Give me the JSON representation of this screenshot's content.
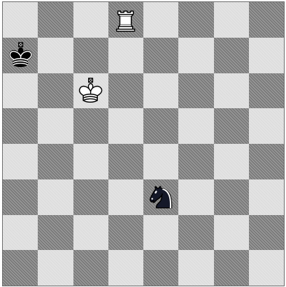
{
  "board": {
    "orientation": "white-bottom",
    "files": [
      "a",
      "b",
      "c",
      "d",
      "e",
      "f",
      "g",
      "h"
    ],
    "ranks": [
      8,
      7,
      6,
      5,
      4,
      3,
      2,
      1
    ],
    "light_square_color": "#e3e3e3",
    "dark_square_color": "#8f8f8f",
    "pieces": [
      {
        "square": "d8",
        "type": "rook",
        "color": "white",
        "icon": "white-rook-icon"
      },
      {
        "square": "a7",
        "type": "king",
        "color": "black",
        "icon": "black-king-icon"
      },
      {
        "square": "c6",
        "type": "king",
        "color": "white",
        "icon": "white-king-icon"
      },
      {
        "square": "e3",
        "type": "knight",
        "color": "black",
        "icon": "black-knight-icon"
      }
    ]
  }
}
